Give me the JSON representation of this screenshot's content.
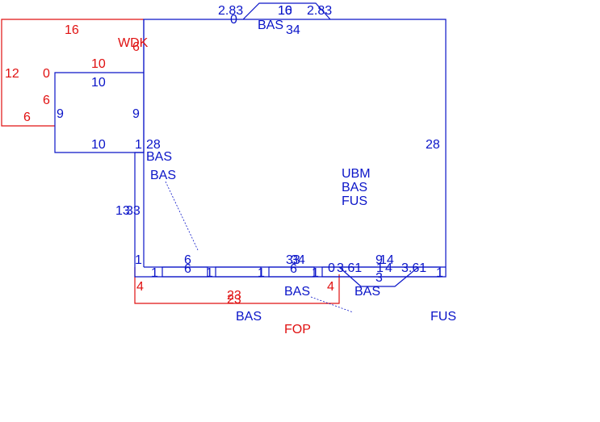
{
  "colors": {
    "main": "#0a14c8",
    "accent": "#e01010",
    "background": "#ffffff"
  },
  "labels": [
    {
      "text": "2.83",
      "color": "main"
    },
    {
      "text": "0",
      "color": "main"
    },
    {
      "text": "10",
      "color": "main"
    },
    {
      "text": "16",
      "color": "main"
    },
    {
      "text": "2.83",
      "color": "main"
    },
    {
      "text": "BAS",
      "color": "main"
    },
    {
      "text": "34",
      "color": "main"
    },
    {
      "text": "16",
      "color": "accent"
    },
    {
      "text": "WDK",
      "color": "accent"
    },
    {
      "text": "6",
      "color": "accent"
    },
    {
      "text": "12",
      "color": "accent"
    },
    {
      "text": "0",
      "color": "accent"
    },
    {
      "text": "10",
      "color": "accent"
    },
    {
      "text": "10",
      "color": "main"
    },
    {
      "text": "6",
      "color": "accent"
    },
    {
      "text": "9",
      "color": "main"
    },
    {
      "text": "9",
      "color": "main"
    },
    {
      "text": "6",
      "color": "accent"
    },
    {
      "text": "10",
      "color": "main"
    },
    {
      "text": "1",
      "color": "main"
    },
    {
      "text": "28",
      "color": "main"
    },
    {
      "text": "BAS",
      "color": "main"
    },
    {
      "text": "BAS",
      "color": "main"
    },
    {
      "text": "28",
      "color": "main"
    },
    {
      "text": "UBM",
      "color": "main"
    },
    {
      "text": "BAS",
      "color": "main"
    },
    {
      "text": "FUS",
      "color": "main"
    },
    {
      "text": "13",
      "color": "main"
    },
    {
      "text": "33",
      "color": "main"
    },
    {
      "text": "1",
      "color": "main"
    },
    {
      "text": "6",
      "color": "main"
    },
    {
      "text": "33",
      "color": "main"
    },
    {
      "text": "34",
      "color": "main"
    },
    {
      "text": "9",
      "color": "main"
    },
    {
      "text": "14",
      "color": "main"
    },
    {
      "text": "1",
      "color": "main"
    },
    {
      "text": "6",
      "color": "main"
    },
    {
      "text": "1",
      "color": "main"
    },
    {
      "text": "23",
      "color": "accent"
    },
    {
      "text": "1",
      "color": "main"
    },
    {
      "text": "6",
      "color": "main"
    },
    {
      "text": "1",
      "color": "main"
    },
    {
      "text": "0",
      "color": "main"
    },
    {
      "text": "3.61",
      "color": "main"
    },
    {
      "text": "1",
      "color": "main"
    },
    {
      "text": "4",
      "color": "main"
    },
    {
      "text": "3.61",
      "color": "main"
    },
    {
      "text": "1",
      "color": "main"
    },
    {
      "text": "3",
      "color": "main"
    },
    {
      "text": "4",
      "color": "accent"
    },
    {
      "text": "23",
      "color": "accent"
    },
    {
      "text": "BAS",
      "color": "main"
    },
    {
      "text": "4",
      "color": "accent"
    },
    {
      "text": "BAS",
      "color": "main"
    },
    {
      "text": "BAS",
      "color": "main"
    },
    {
      "text": "FOP",
      "color": "accent"
    },
    {
      "text": "FUS",
      "color": "main"
    }
  ]
}
